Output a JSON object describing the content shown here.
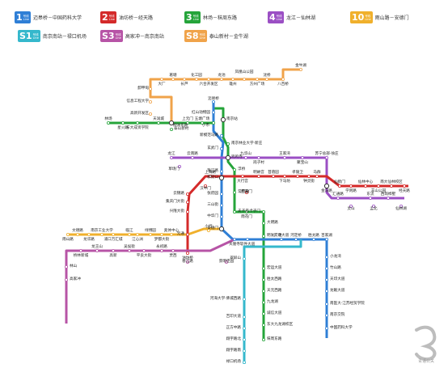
{
  "colors": {
    "line1": "#2f7fd6",
    "line2": "#d42a2a",
    "line3": "#25a43a",
    "line4": "#9b4fc4",
    "line10": "#f0b02c",
    "lineS1": "#35b8cc",
    "lineS3": "#b754a6",
    "lineS8": "#f0a34a",
    "station_fill": "#ffffff",
    "transfer_fill": "#ffffff"
  },
  "legend": [
    {
      "id": "l1",
      "num": "1",
      "sub1": "号线",
      "sub2": "Line",
      "color": "#2f7fd6",
      "label": "迈皋桥－中国药科大学"
    },
    {
      "id": "l2",
      "num": "2",
      "sub1": "号线",
      "sub2": "Line",
      "color": "#d42a2a",
      "label": "油坊桥－经天路"
    },
    {
      "id": "l3",
      "num": "3",
      "sub1": "号线",
      "sub2": "Line",
      "color": "#25a43a",
      "label": "林场－秣周东路"
    },
    {
      "id": "l4",
      "num": "4",
      "sub1": "号线",
      "sub2": "Line",
      "color": "#9b4fc4",
      "label": "龙江－仙林湖"
    },
    {
      "id": "l10",
      "num": "10",
      "sub1": "号线",
      "sub2": "Line",
      "color": "#f0b02c",
      "label": "雨山路－安德门"
    },
    {
      "id": "ls1",
      "num": "S1",
      "sub1": "号线",
      "sub2": "Line",
      "color": "#35b8cc",
      "label": "南京南站－禄口机场"
    },
    {
      "id": "ls3",
      "num": "S3",
      "sub1": "号线",
      "sub2": "Line",
      "color": "#b754a6",
      "label": "高家冲－南京南站"
    },
    {
      "id": "ls8",
      "num": "S8",
      "sub1": "号线",
      "sub2": "Line",
      "color": "#f0a34a",
      "label": "泰山新村－金牛湖"
    }
  ],
  "stations": {
    "line1": [
      "迈皋桥",
      "红山动物园",
      "南京站",
      "新模范马路",
      "玄武门",
      "鼓楼",
      "珠江路",
      "新街口",
      "张府园",
      "三山街",
      "中华门",
      "安德门",
      "天隆寺",
      "软件大道",
      "花神庙",
      "南京南站",
      "双龙大道",
      "河定桥",
      "胜太路",
      "百家湖",
      "小龙湾",
      "竹山路",
      "天印大道",
      "龙眠大道",
      "南医大·江苏经贸学院",
      "南京交院",
      "中国药科大学"
    ],
    "line2": [
      "油坊桥",
      "雨润大街",
      "元通",
      "奥体东",
      "兴隆大街",
      "集庆门大街",
      "云锦路",
      "莫愁湖",
      "汉中门",
      "上海路",
      "新街口",
      "大行宫",
      "西安门",
      "明故宫",
      "苜蓿园",
      "下马坊",
      "孝陵卫",
      "钟灵街",
      "马群",
      "金马路",
      "仙鹤门",
      "学则路",
      "仙林中心",
      "羊山公园",
      "南大仙林校区",
      "经天路"
    ],
    "line3": [
      "林场",
      "星火路",
      "东大成贤学院",
      "泰冯路",
      "天润城",
      "柳洲东路",
      "上元门",
      "五塘广场",
      "小市",
      "南京站",
      "南京林业大学·新庄",
      "鸡鸣寺",
      "浮桥",
      "大行宫",
      "常府街",
      "夫子庙",
      "武定门",
      "雨花门",
      "卡子门",
      "大明路",
      "明发广场",
      "南京南站",
      "宏运大道",
      "胜太西路",
      "天元西路",
      "九龙湖",
      "诚信大道",
      "东大九龙湖校区",
      "秣周东路"
    ],
    "line4": [
      "龙江",
      "草场门",
      "云南路",
      "鼓楼",
      "鸡鸣寺",
      "九华山",
      "岗子村",
      "蒋王庙",
      "王家湾",
      "聚宝山",
      "苏宁总部·徐庄",
      "金马路",
      "汇通路",
      "灵山",
      "东流",
      "孟北",
      "西岗桦墅",
      "仙林湖"
    ],
    "line10": [
      "雨山路",
      "文德路",
      "龙华路",
      "南京工业大学",
      "浦口万汇城",
      "临江",
      "江心洲",
      "绿博园",
      "梦都大街",
      "奥体中心",
      "元通",
      "中胜",
      "小行",
      "安德门"
    ],
    "lineS1": [
      "南京南站",
      "翠屏山",
      "河海大学·佛城西路",
      "吉印大道",
      "正方中路",
      "翔宇路北",
      "翔宇路南",
      "禄口机场"
    ],
    "lineS3": [
      "南京南站",
      "景明佳园",
      "铁心桥",
      "春江路",
      "贾西",
      "油坊桥",
      "永初路",
      "平良大街",
      "吴侯街",
      "高新",
      "龙王山",
      "桥林新城",
      "林山",
      "高家冲"
    ],
    "lineS8": [
      "泰山新村",
      "泰冯路",
      "高新开发区",
      "信息工程大学",
      "卸甲甸",
      "大厂",
      "葛塘",
      "长芦",
      "化工园",
      "六合开发区",
      "龙池",
      "雄州",
      "凤凰山公园",
      "方州广场",
      "沈桥",
      "八百桥",
      "金牛湖"
    ]
  },
  "watermark": {
    "text": "青语公关"
  }
}
